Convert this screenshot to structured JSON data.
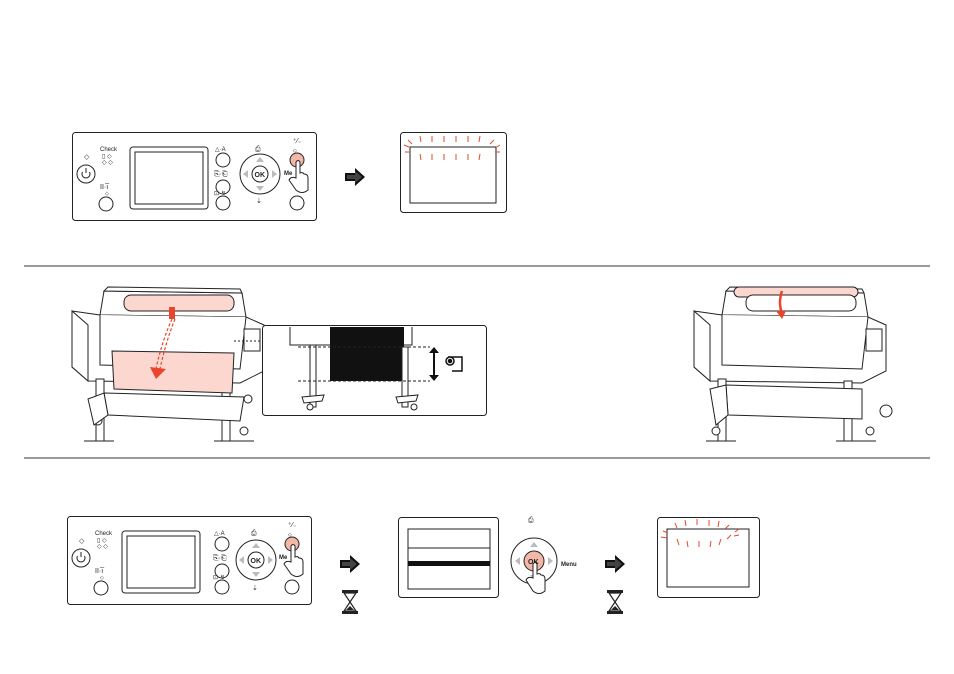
{
  "panel": {
    "check_label": "Check",
    "ok_label": "OK",
    "menu_label": "Menu",
    "menu_label_partial": "Me"
  },
  "colors": {
    "highlight": "#f3b7a8",
    "flash": "#e8452c",
    "paper": "#fbd7cf",
    "arrow": "#e8452c",
    "separator": "#9a9a9a"
  },
  "icons": [
    "power-icon",
    "pause-cancel-icon",
    "paper-source-icon",
    "feed-up-icon",
    "feed-down-icon",
    "menu-icon",
    "pointing-hand-icon",
    "hourglass-icon",
    "right-arrow-icon",
    "roll-paper-icon",
    "double-arrow-icon"
  ]
}
